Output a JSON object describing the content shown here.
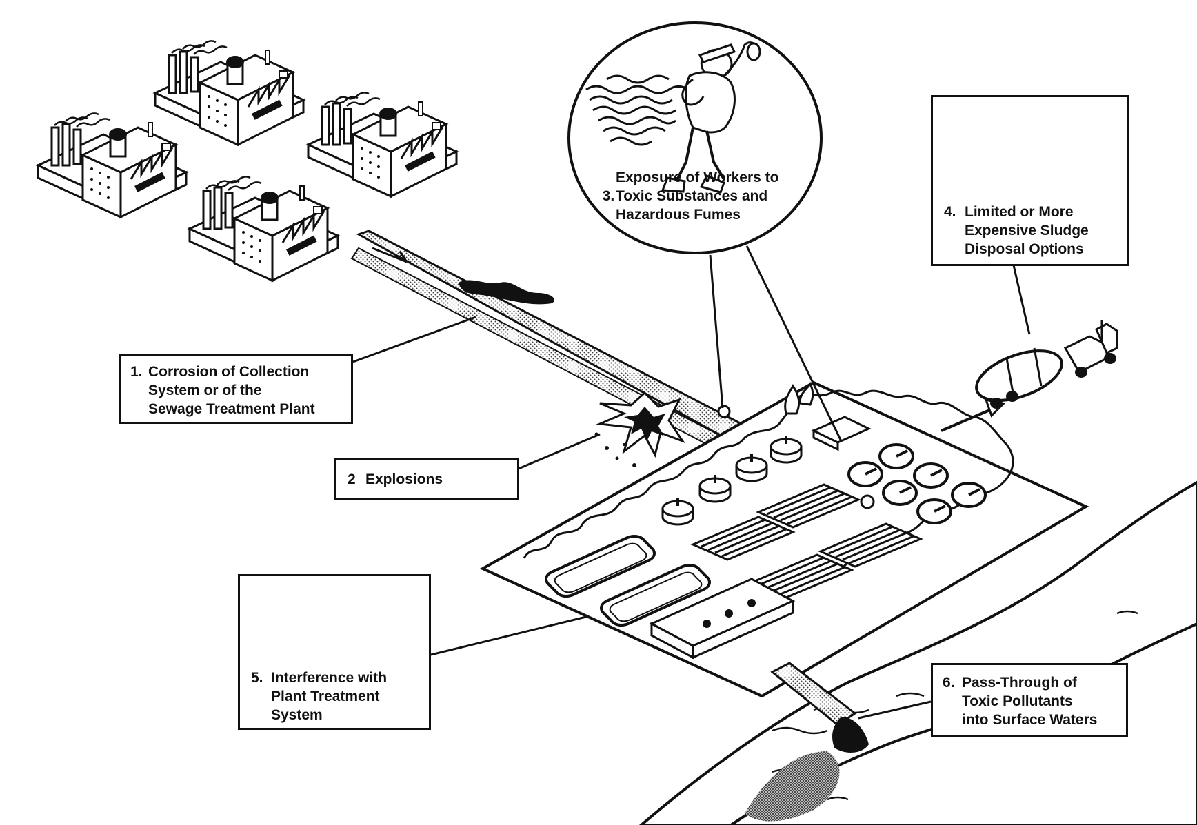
{
  "callouts": [
    {
      "num": "1.",
      "text": "Corrosion of Collection\nSystem or of the\nSewage Treatment Plant"
    },
    {
      "num": "2",
      "text": "Explosions"
    },
    {
      "num": "3.",
      "text": "Exposure of Workers to\nToxic Substances and\nHazardous Fumes"
    },
    {
      "num": "4.",
      "text": "Limited or More\nExpensive Sludge\nDisposal Options"
    },
    {
      "num": "5.",
      "text": "Interference with\nPlant Treatment\nSystem"
    },
    {
      "num": "6.",
      "text": "Pass-Through of\nToxic Pollutants\ninto Surface Waters"
    }
  ],
  "icons": {
    "factory": "factory-icon",
    "sewer_pipe": "sewer-pipe",
    "explosion": "explosion-burst-icon",
    "worker": "worker-with-fumes-icon",
    "money": "money-stack-icon",
    "truck": "tanker-truck-icon",
    "treatment_plant": "treatment-plant",
    "crossed_out": "crossed-out-system-icon",
    "river": "river",
    "outfall": "outfall-pipe"
  },
  "colors": {
    "ink": "#111111",
    "paper": "#ffffff",
    "stipple": "#8a8a8a"
  }
}
